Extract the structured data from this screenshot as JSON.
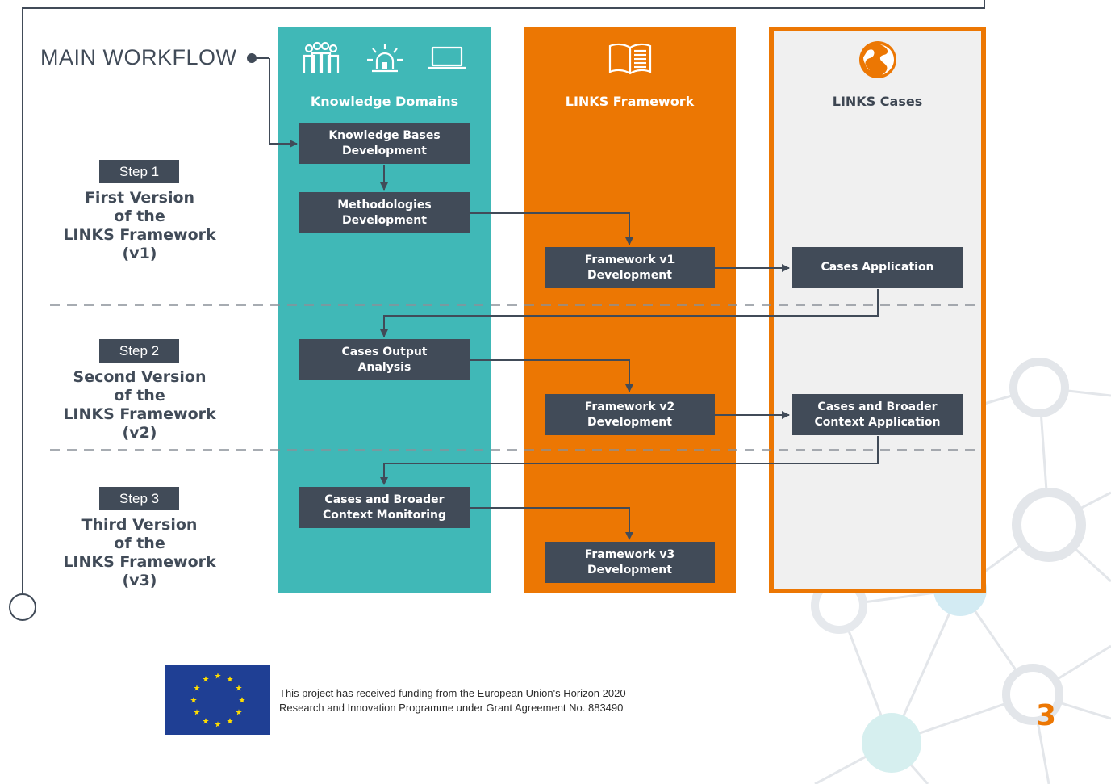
{
  "main_workflow_label": "MAIN WORKFLOW",
  "columns": [
    {
      "title": "Knowledge Domains",
      "icons": [
        "people-group-icon",
        "alarm-light-icon",
        "laptop-icon"
      ],
      "color": "#40b8b7"
    },
    {
      "title": "LINKS Framework",
      "icons": [
        "book-icon"
      ],
      "color": "#ec7703"
    },
    {
      "title": "LINKS Cases",
      "icons": [
        "globe-icon"
      ],
      "color": "#f0f0f0"
    }
  ],
  "steps": [
    {
      "badge": "Step 1",
      "text": "First Version\nof the\nLINKS Framework\n(v1)"
    },
    {
      "badge": "Step 2",
      "text": "Second Version\nof the\nLINKS Framework\n(v2)"
    },
    {
      "badge": "Step 3",
      "text": "Third Version\nof the\nLINKS Framework\n(v3)"
    }
  ],
  "boxes": {
    "kb_dev": "Knowledge Bases\nDevelopment",
    "meth_dev": "Methodologies\nDevelopment",
    "fw_v1": "Framework v1\nDevelopment",
    "cases_app": "Cases Application",
    "cases_output": "Cases Output\nAnalysis",
    "fw_v2": "Framework v2\nDevelopment",
    "cases_broader_app": "Cases and Broader\nContext Application",
    "cases_broader_mon": "Cases and Broader\nContext Monitoring",
    "fw_v3": "Framework v3\nDevelopment"
  },
  "footer": {
    "funding_text": "This project has received funding from the European Union's Horizon 2020\nResearch and Innovation Programme under Grant Agreement No. 883490",
    "page_number": "3"
  },
  "colors": {
    "dark": "#414b58",
    "teal": "#40b8b7",
    "orange": "#ec7703",
    "light_grey": "#f0f0f0",
    "eu_blue": "#1f3f94",
    "eu_gold": "#ffdd00"
  }
}
